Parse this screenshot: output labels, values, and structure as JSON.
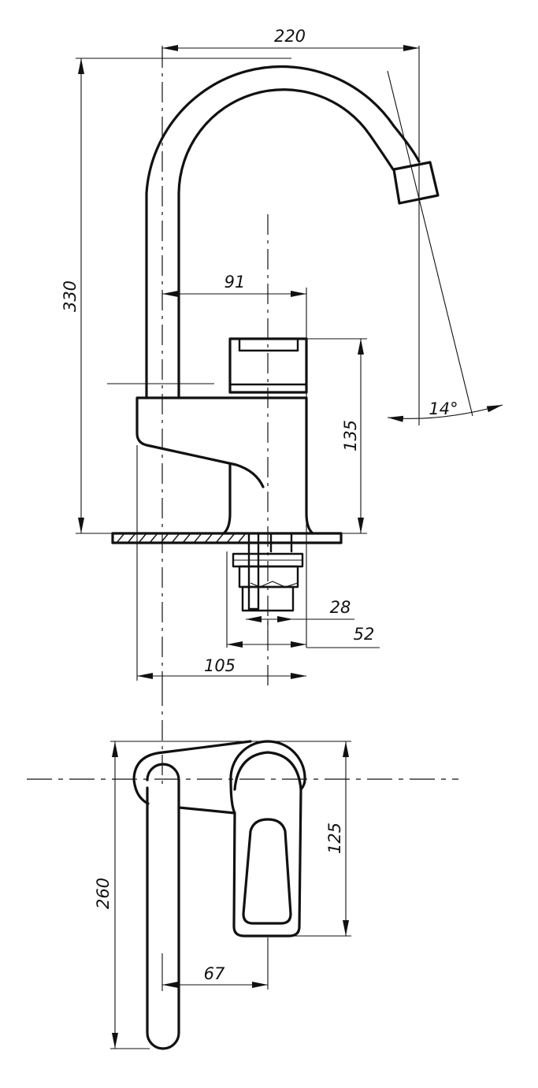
{
  "dimensions": {
    "width_220": "220",
    "height_330": "330",
    "offset_91": "91",
    "body_height_135": "135",
    "spout_angle": "14°",
    "nut_28": "28",
    "thread_52": "52",
    "body_105": "105",
    "plan_260": "260",
    "plan_125": "125",
    "plan_67": "67"
  }
}
